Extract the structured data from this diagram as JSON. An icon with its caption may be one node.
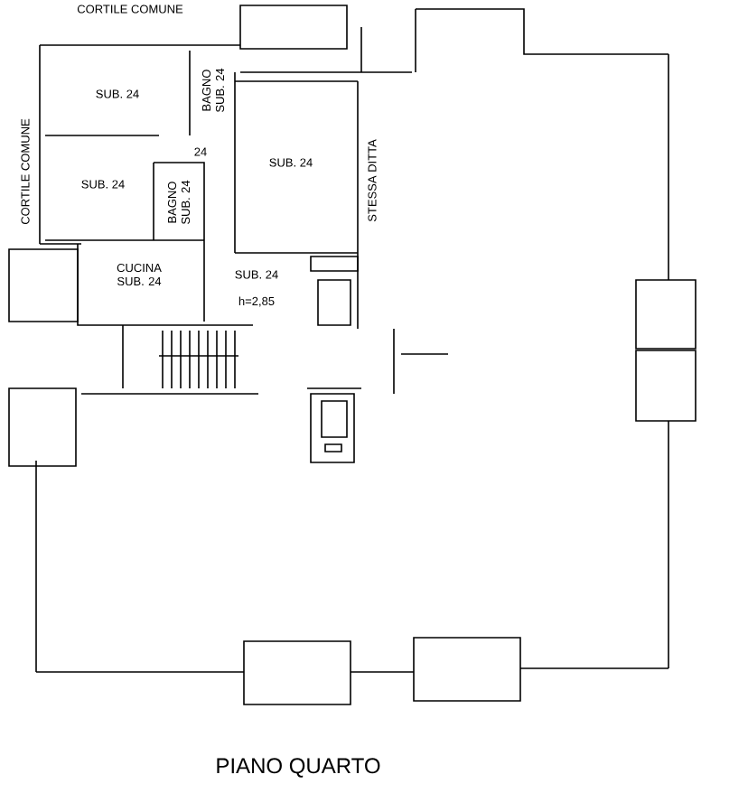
{
  "diagram": {
    "caption": "PIANO QUARTO",
    "labels": [
      "CORTILE COMUNE",
      "CORTILE COMUNE",
      "SUB. 24",
      "BAGNO SUB. 24",
      "24",
      "SUB. 24",
      "BAGNO SUB. 24",
      "SUB. 24",
      "STESSA DITTA",
      "CUCINA SUB. 24",
      "SUB. 24",
      "h=2,85"
    ]
  }
}
